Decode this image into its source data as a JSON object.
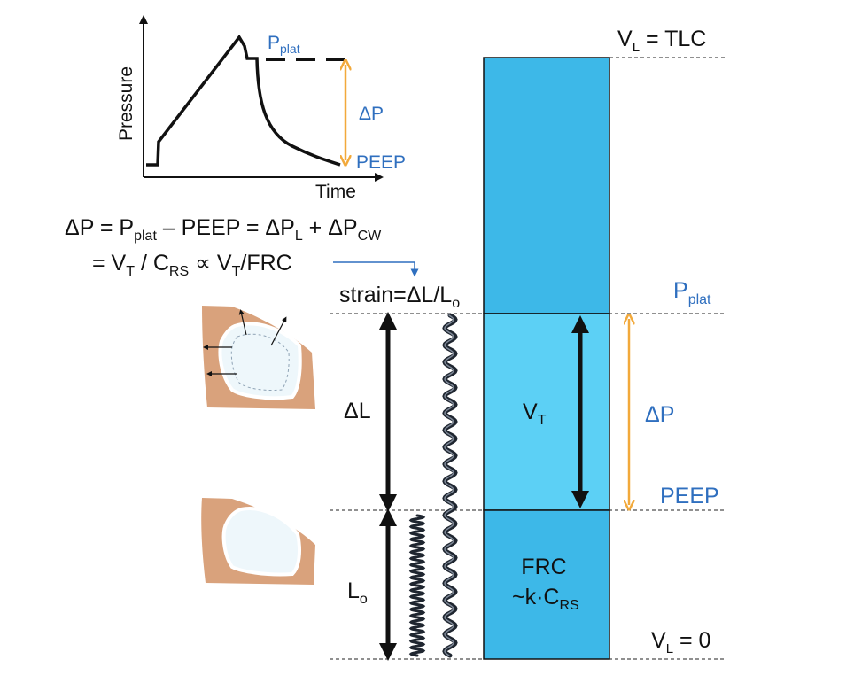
{
  "inset_plot": {
    "ylabel": "Pressure",
    "xlabel": "Time",
    "pplat": {
      "main": "P",
      "sub": "plat"
    },
    "deltap": "ΔP",
    "peep": "PEEP"
  },
  "equation": {
    "line1": [
      {
        "t": "ΔP = P"
      },
      {
        "sub": "plat"
      },
      {
        "t": " – PEEP = ΔP"
      },
      {
        "sub": "L"
      },
      {
        "t": " + ΔP"
      },
      {
        "sub": "CW"
      }
    ],
    "line2": [
      {
        "t": "= V"
      },
      {
        "sub": "T"
      },
      {
        "t": " / C"
      },
      {
        "sub": "RS"
      },
      {
        "t": " ∝ V"
      },
      {
        "sub": "T"
      },
      {
        "t": "/FRC"
      }
    ]
  },
  "strain": {
    "main": "strain=ΔL/L",
    "sub": "o"
  },
  "delta_l": "ΔL",
  "l0": {
    "main": "L",
    "sub": "o"
  },
  "vt": {
    "main": "V",
    "sub": "T"
  },
  "frc": {
    "line1": "FRC",
    "line2_main": "~k·C",
    "line2_sub": "RS"
  },
  "tlc": {
    "main": "V",
    "sub": "L",
    "rest": " = TLC"
  },
  "vl0": {
    "main": "V",
    "sub": "L",
    "rest": " = 0"
  },
  "right_pplat": {
    "main": "P",
    "sub": "plat"
  },
  "right_deltap": "ΔP",
  "right_peep": "PEEP",
  "colors": {
    "column_blue": "#3db8e8",
    "vt_blue": "#5cd0f5",
    "orange_arrow": "#f2a93b",
    "label_blue": "#2f6fbf",
    "lung_tissue": "#d9a27c",
    "lung_air": "#eef7fb"
  }
}
